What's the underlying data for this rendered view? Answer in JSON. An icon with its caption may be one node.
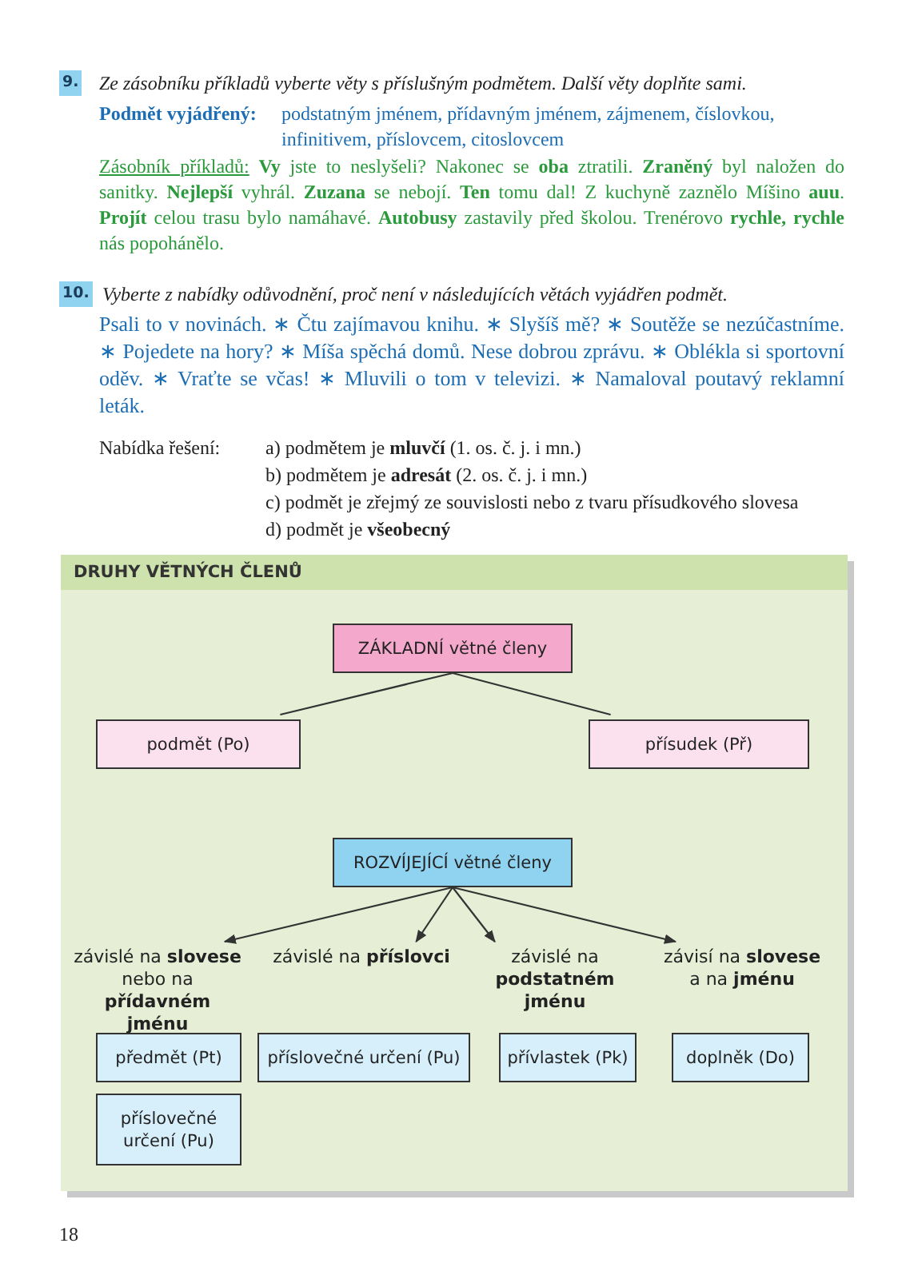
{
  "diagram": {
    "nodes": [
      {
        "text": [
          "DRUHY VĚTNÝCH ČLENŮ"
        ]
      },
      {
        "text": [
          "ZÁKLADNÍ větné členy"
        ],
        "in": 0
      },
      {
        "text": [
          "podmět (Po)"
        ],
        "in": 0
      },
      {
        "text": [
          "přísudek (Př)"
        ],
        "in": 0
      },
      {
        "text": [
          "ROZVÍJEJÍCÍ větné členy"
        ],
        "in": 0
      },
      {
        "text": [
          "závislé na **slovese** nebo na **přídavném jménu**"
        ],
        "in": 0
      },
      {
        "text": [
          "závislé na **příslovci**"
        ],
        "in": 0
      },
      {
        "text": [
          "závislé na **podstatném jménu**"
        ],
        "in": 0
      },
      {
        "text": [
          "závisí na **slovese** a na **jménu**"
        ],
        "in": 0
      },
      {
        "text": [
          "předmět (Pt)"
        ],
        "in": 0
      },
      {
        "text": [
          "příslovečné určení (Pu)"
        ],
        "in": 0
      },
      {
        "text": [
          "přívlastek (Pk)"
        ],
        "in": 0
      },
      {
        "text": [
          "doplněk (Do)"
        ],
        "in": 0
      },
      {
        "text": [
          "příslovečné určení (Pu)"
        ],
        "in": 0
      }
    ],
    "edges": [
      {
        "from": 1,
        "to": 2,
        "arrow": "none"
      },
      {
        "from": 1,
        "to": 3,
        "arrow": "none"
      },
      {
        "from": 4,
        "to": 5,
        "arrow": "to"
      },
      {
        "from": 4,
        "to": 6,
        "arrow": "to"
      },
      {
        "from": 4,
        "to": 7,
        "arrow": "to"
      },
      {
        "from": 4,
        "to": 8,
        "arrow": "to"
      }
    ],
    "labels": [
      "9.",
      "Ze zásobníku příkladů vyberte věty s příslušným podmětem. Další věty doplňte sami.",
      "Podmět vyjádřený:",
      "podstatným jménem, přídavným jménem, zájmenem, číslovkou, infinitivem, příslovcem, citoslovcem",
      "Zásobník příkladů:",
      "**Vy** jste to neslyšeli? Nakonec se **oba** ztratili. **Zraněný** byl naložen do sanitky. **Nejlepší** vyhrál. **Zuzana** se nebojí. **Ten** tomu dal! Z kuchyně zaznělo Míšino **auu**. **Projít** celou trasu bylo namáhavé. **Autobusy** zastavily před školou. Trenérovo **rychle, rychle** nás popohánělo.",
      "10.",
      "Vyberte z nabídky odůvodnění, proč není v následujících větách vyjádřen podmět.",
      "Psali to v novinách. ∗ Čtu zajímavou knihu. ∗ Slyšíš mě? ∗ Soutěže se nezúčastníme. ∗ Pojedete na hory? ∗ Míša spěchá domů. Nese dobrou zprávu. ∗ Oblékla si sportovní oděv. ∗ Vraťte se včas! ∗ Mluvili o tom v televizi. ∗ Namaloval poutavý reklamní leták.",
      "Nabídka řešení:",
      "a) podmětem je **mluvčí** (1. os. č. j. i mn.)",
      "b) podmětem je **adresát** (2. os. č. j. i mn.)",
      "c) podmět je zřejmý ze souvislosti nebo z tvaru přísudkového slovesa",
      "d) podmět je **všeobecný**",
      "18"
    ]
  }
}
